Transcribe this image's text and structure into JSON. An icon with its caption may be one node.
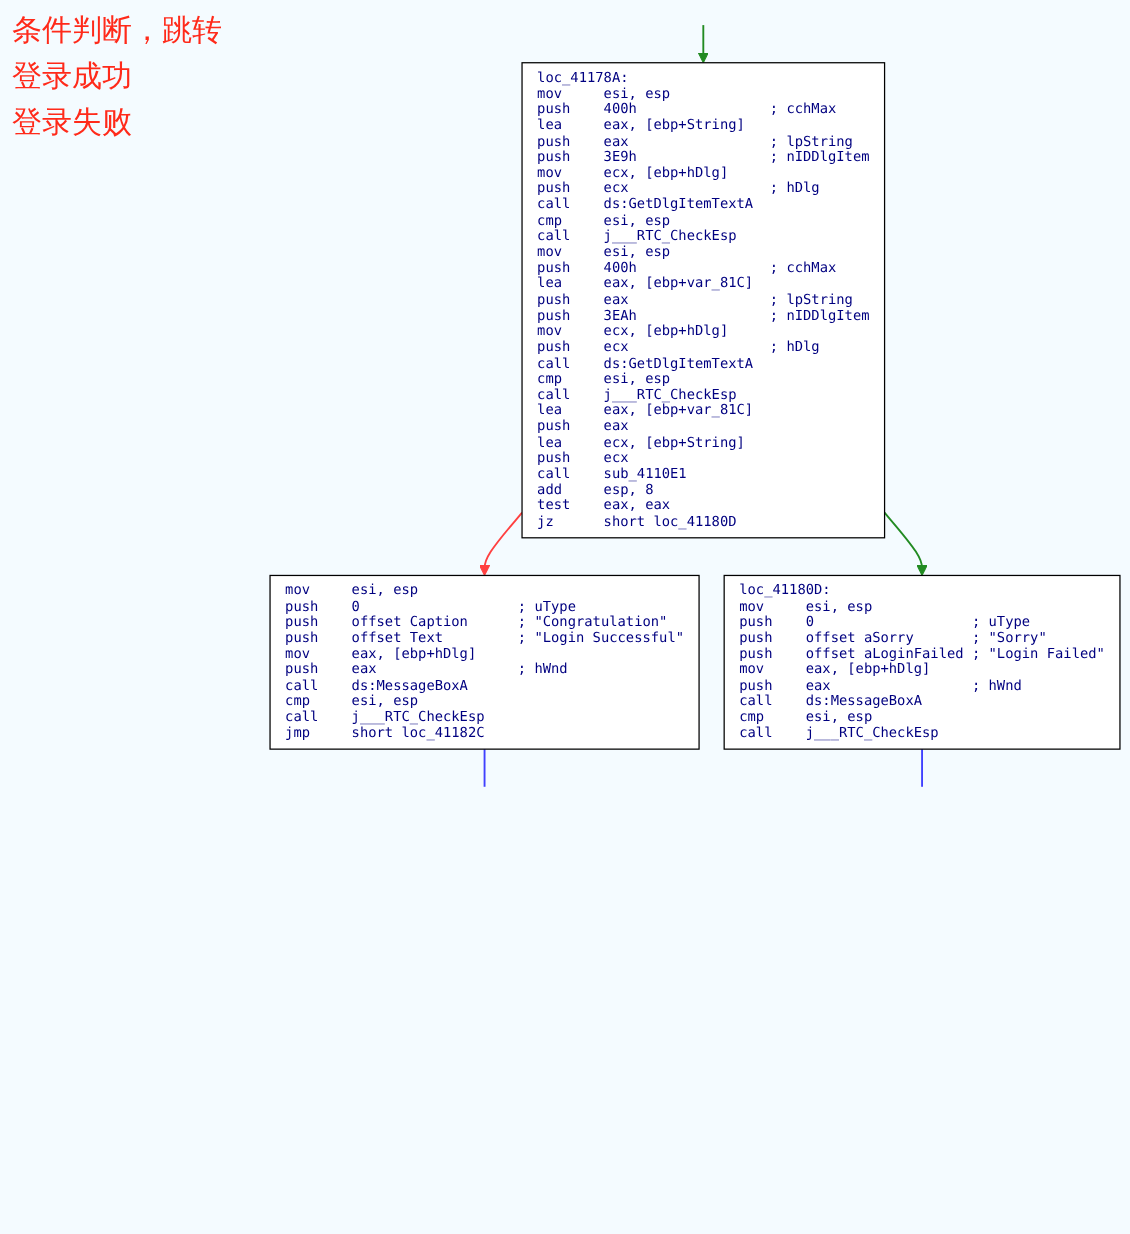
{
  "diagram": {
    "nodes": [
      {
        "text": [
          "loc_41178A:",
          "mov     esi, esp",
          "push    400h                ; cchMax",
          "lea     eax, [ebp+String]",
          "push    eax                 ; lpString",
          "push    3E9h                ; nIDDlgItem",
          "mov     ecx, [ebp+hDlg]",
          "push    ecx                 ; hDlg",
          "call    ds:GetDlgItemTextA",
          "cmp     esi, esp",
          "call    j___RTC_CheckEsp",
          "mov     esi, esp",
          "push    400h                ; cchMax",
          "lea     eax, [ebp+var_81C]",
          "push    eax                 ; lpString",
          "push    3EAh                ; nIDDlgItem",
          "mov     ecx, [ebp+hDlg]",
          "push    ecx                 ; hDlg",
          "call    ds:GetDlgItemTextA",
          "cmp     esi, esp",
          "call    j___RTC_CheckEsp",
          "lea     eax, [ebp+var_81C]",
          "push    eax",
          "lea     ecx, [ebp+String]",
          "push    ecx",
          "call    sub_4110E1",
          "add     esp, 8",
          "test    eax, eax",
          "jz      short loc_41180D"
        ]
      },
      {
        "text": [
          "mov     esi, esp",
          "push    0                   ; uType",
          "push    offset Caption      ; \"Congratulation\"",
          "push    offset Text         ; \"Login Successful\"",
          "mov     eax, [ebp+hDlg]",
          "push    eax                 ; hWnd",
          "call    ds:MessageBoxA",
          "cmp     esi, esp",
          "call    j___RTC_CheckEsp",
          "jmp     short loc_41182C"
        ]
      },
      {
        "text": [
          "loc_41180D:",
          "mov     esi, esp",
          "push    0                   ; uType",
          "push    offset aSorry       ; \"Sorry\"",
          "push    offset aLoginFailed ; \"Login Failed\"",
          "mov     eax, [ebp+hDlg]",
          "push    eax                 ; hWnd",
          "call    ds:MessageBoxA",
          "cmp     esi, esp",
          "call    j___RTC_CheckEsp"
        ]
      }
    ],
    "edges": [
      {
        "from": null,
        "to": 0,
        "arrow": "to",
        "color": "#228b22"
      },
      {
        "from": 0,
        "to": 1,
        "arrow": "to",
        "color": "#ff4040"
      },
      {
        "from": 0,
        "to": 2,
        "arrow": "to",
        "color": "#228b22"
      },
      {
        "from": 1,
        "to": null,
        "arrow": "none",
        "color": "#4040ff"
      },
      {
        "from": 2,
        "to": null,
        "arrow": "none",
        "color": "#4040ff"
      }
    ],
    "labels": [
      "条件判断，跳转",
      "登录成功",
      "登录失败"
    ]
  }
}
